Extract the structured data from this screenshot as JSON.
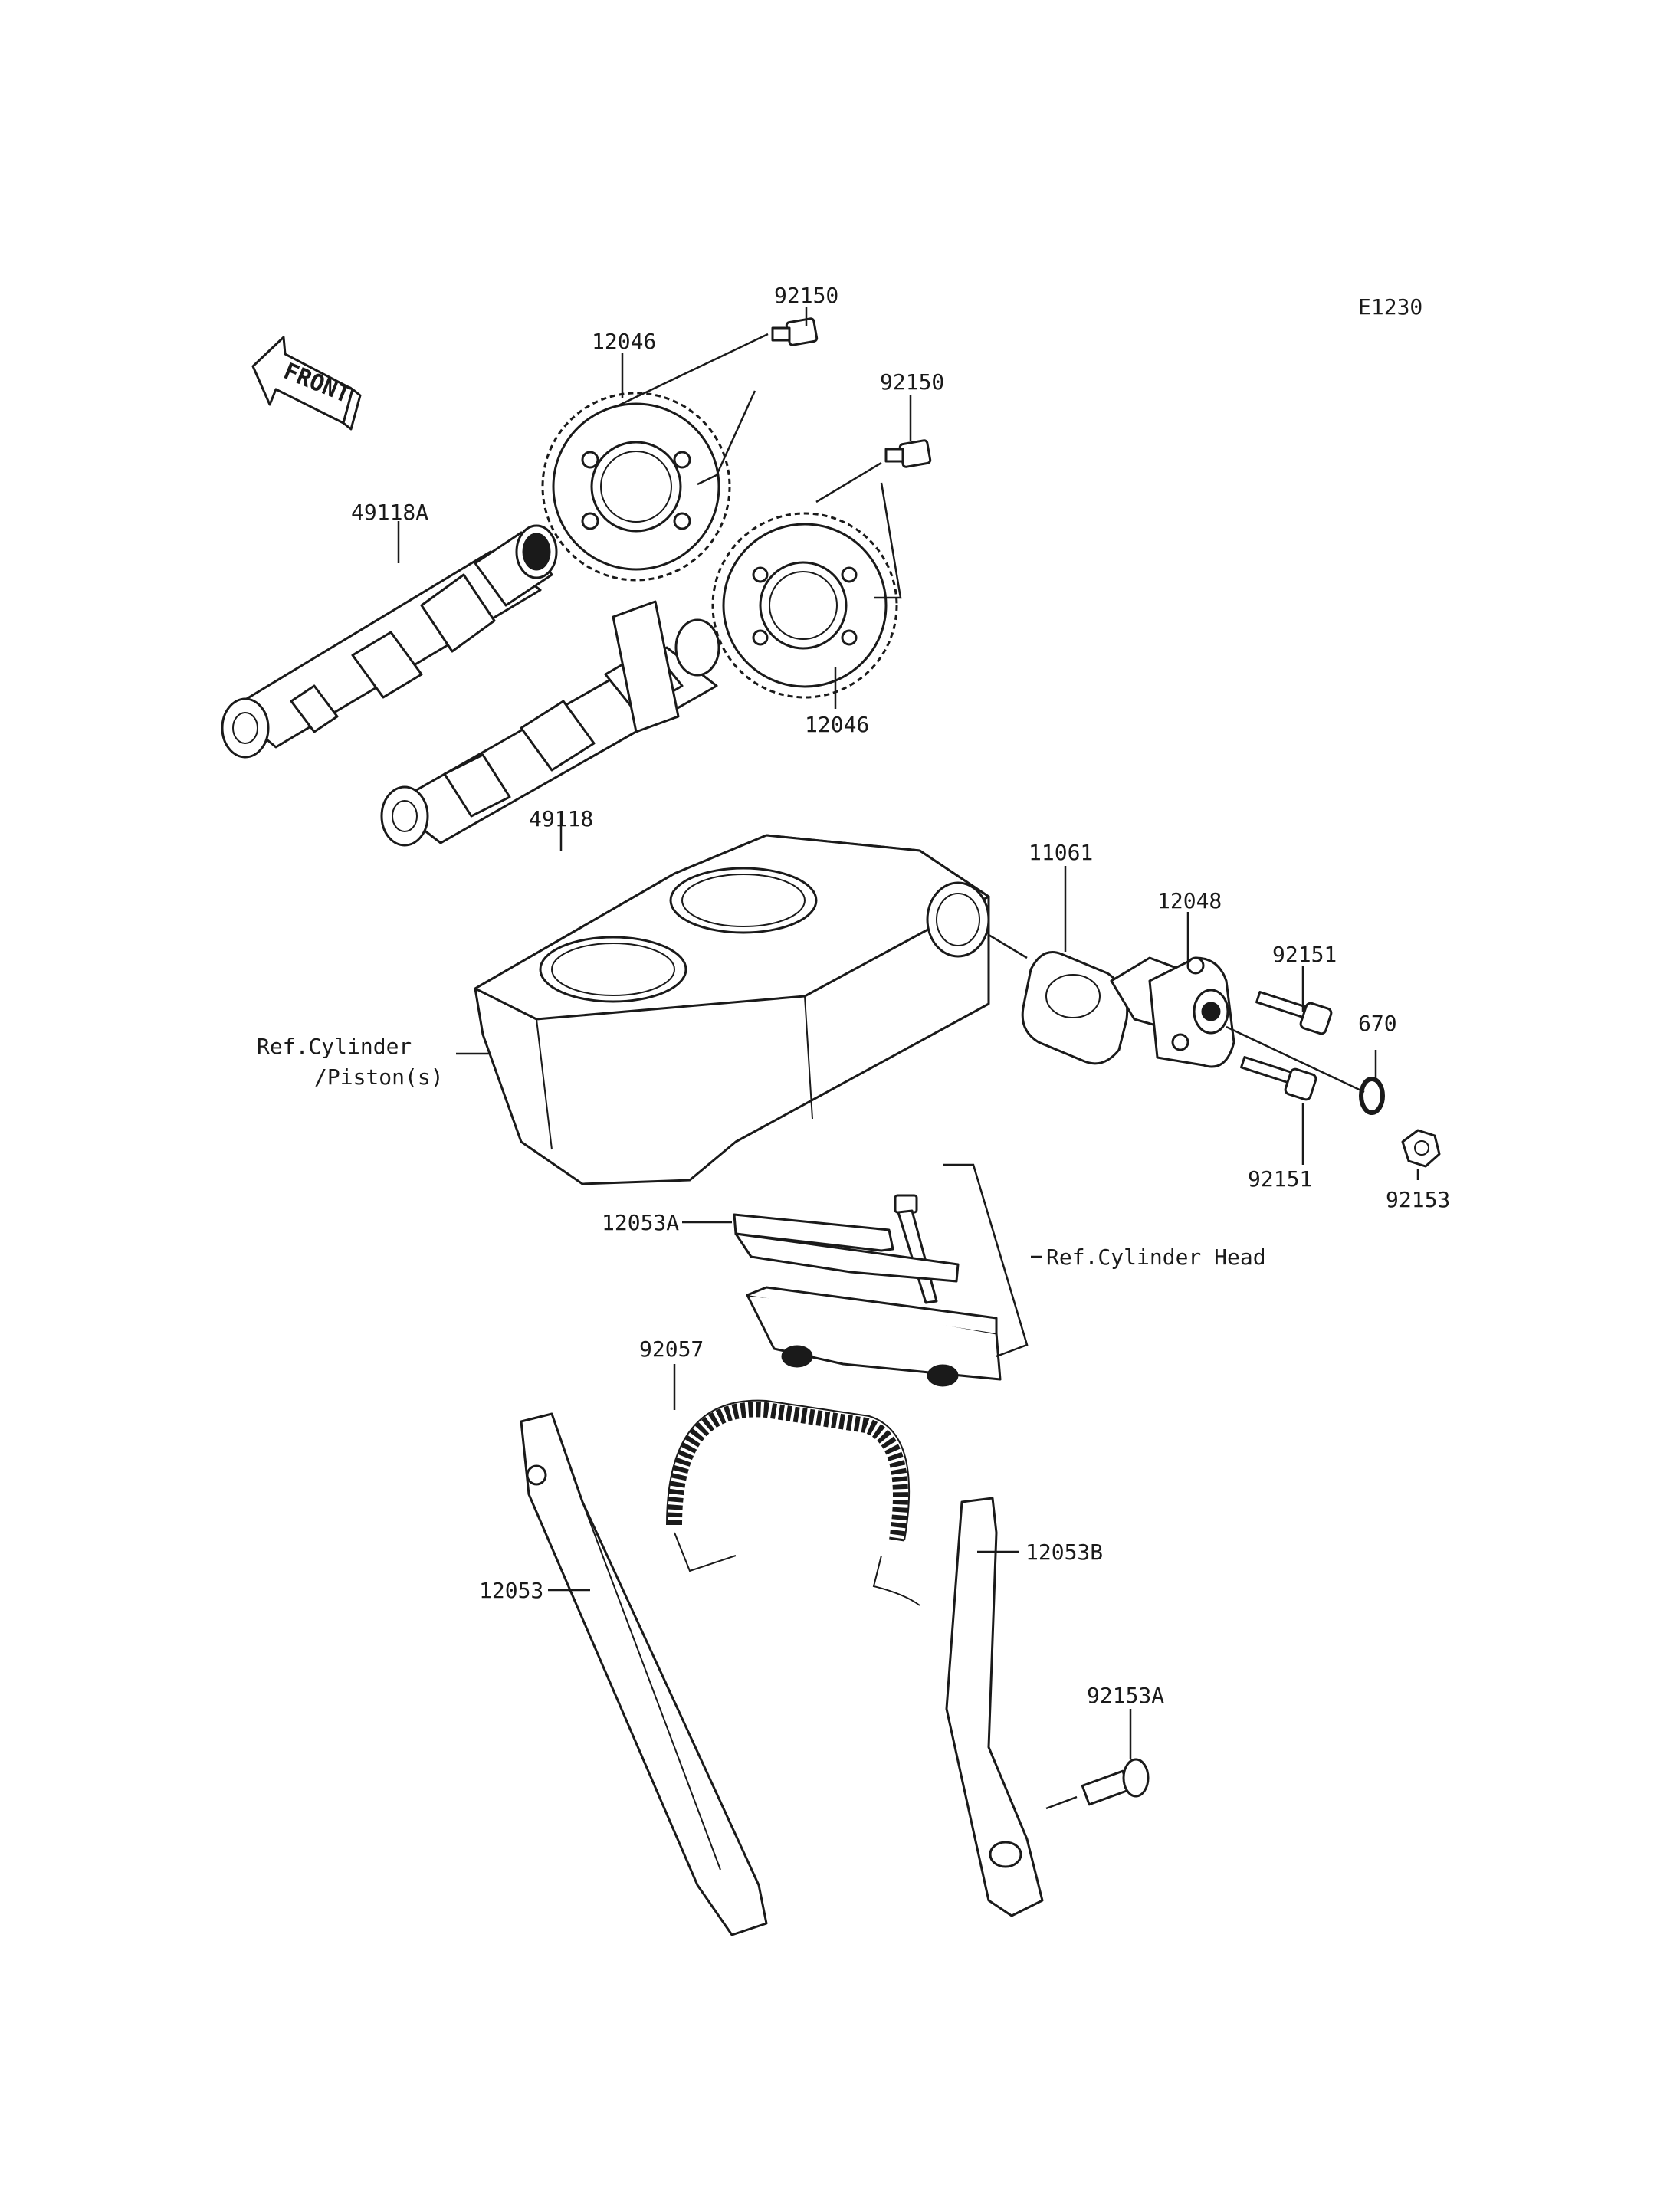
{
  "diagram_code": "E1230",
  "front_label": "FRONT",
  "labels": {
    "p92150_top": "92150",
    "p92150_right": "92150",
    "p12046_top": "12046",
    "p12046_bottom": "12046",
    "p49118A": "49118A",
    "p49118": "49118",
    "p11061": "11061",
    "p12048": "12048",
    "p92151_top": "92151",
    "p92151_bottom": "92151",
    "p670": "670",
    "p92153": "92153",
    "ref_cylinder_line1": "Ref.Cylinder",
    "ref_cylinder_line2": "/Piston(s)",
    "p12053A": "12053A",
    "ref_cylinder_head": "Ref.Cylinder Head",
    "p92057": "92057",
    "p12053": "12053",
    "p12053B": "12053B",
    "p92153A": "92153A"
  }
}
